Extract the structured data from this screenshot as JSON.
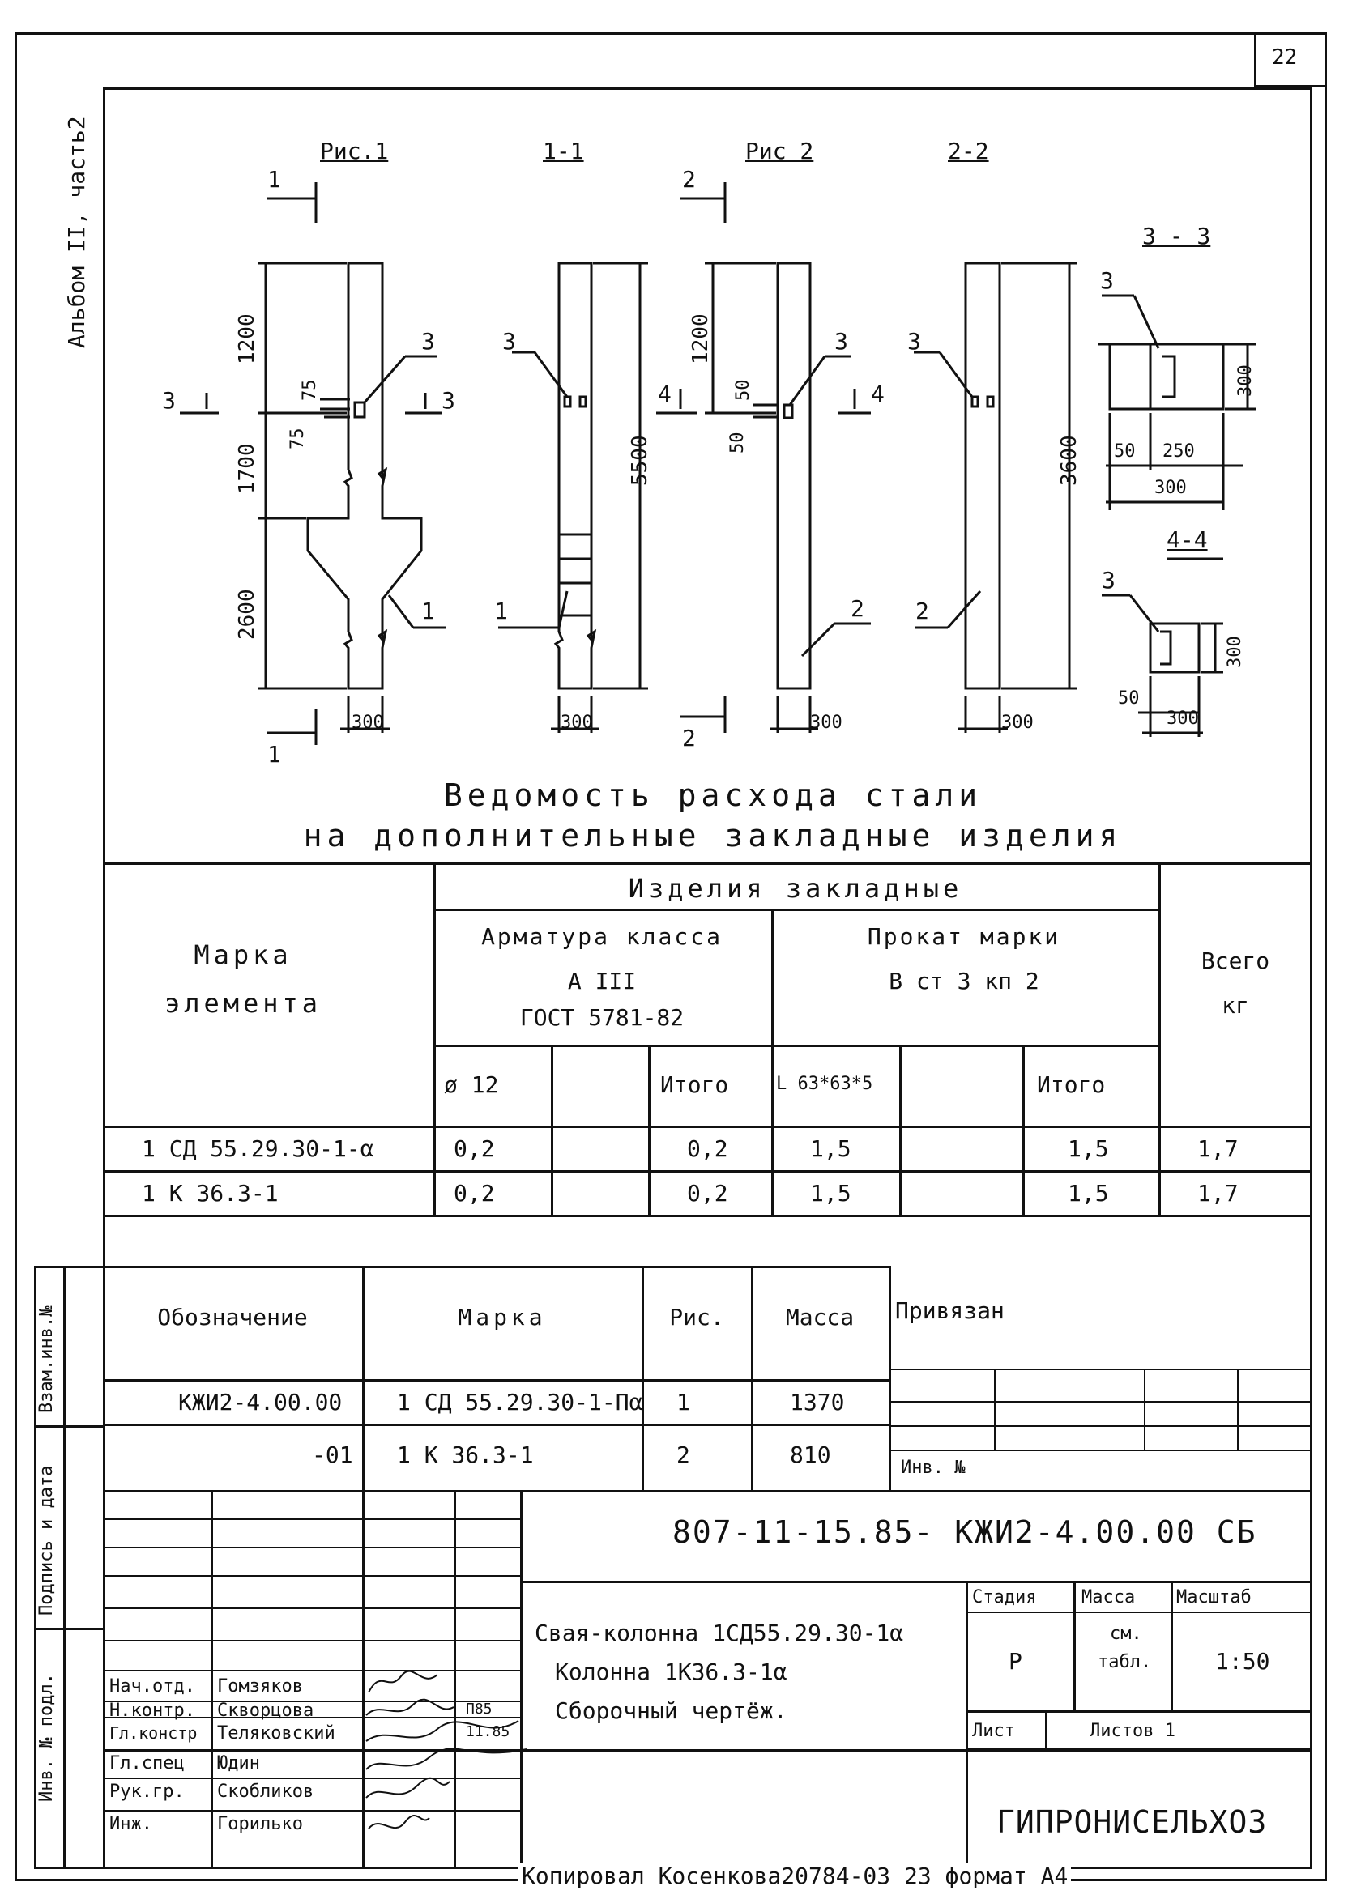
{
  "sheet_number": "22",
  "album_label": "Альбом II, часть2",
  "drawing": {
    "fig1": {
      "title": "Рис.1",
      "dims": [
        "1200",
        "1700",
        "2600",
        "75",
        "75",
        "300"
      ],
      "section_marks": [
        "1",
        "1",
        "3",
        "3"
      ],
      "callouts": [
        "3",
        "1"
      ]
    },
    "sec11": {
      "title": "1-1",
      "dims": [
        "5500",
        "300"
      ],
      "callouts": [
        "3",
        "1"
      ],
      "section_marks": [
        "4",
        "4"
      ]
    },
    "fig2": {
      "title": "Рис 2",
      "dims": [
        "1200",
        "50",
        "50",
        "300"
      ],
      "section_marks": [
        "2",
        "2"
      ],
      "callouts": [
        "3",
        "2"
      ]
    },
    "sec22": {
      "title": "2-2",
      "dims": [
        "3600",
        "300"
      ],
      "callouts": [
        "3",
        "2"
      ]
    },
    "sec33": {
      "title": "3 - 3",
      "callout": "3",
      "dims": [
        "300",
        "50",
        "250",
        "300"
      ]
    },
    "sec44": {
      "title": "4-4",
      "callout": "3",
      "dims": [
        "300",
        "50",
        "300"
      ]
    }
  },
  "steel_table": {
    "title_line1": "Ведомость расхода стали",
    "title_line2": "на дополнительные закладные изделия",
    "col_mark_line1": "Марка",
    "col_mark_line2": "элемента",
    "group_header": "Изделия закладные",
    "rebar_header_line1": "Арматура класса",
    "rebar_header_line2": "А III",
    "rebar_header_line3": "ГОСТ 5781-82",
    "rolled_header_line1": "Прокат марки",
    "rolled_header_line2": "В ст 3 кп 2",
    "total_header_line1": "Всего",
    "total_header_line2": "кг",
    "sub_d12": "ø 12",
    "sub_total": "Итого",
    "sub_angle": "L 63*63*5",
    "sub_total2": "Итого",
    "rows": [
      {
        "mark": "1 СД 55.29.30-1-α",
        "d12": "0,2",
        "total1": "0,2",
        "angle": "1,5",
        "total2": "1,5",
        "all": "1,7"
      },
      {
        "mark": "1 К 36.3-1",
        "d12": "0,2",
        "total1": "0,2",
        "angle": "1,5",
        "total2": "1,5",
        "all": "1,7"
      }
    ]
  },
  "spec_table": {
    "headers": [
      "Обозначение",
      "Марка",
      "Рис.",
      "Масса"
    ],
    "rows": [
      {
        "designation": "КЖИ2-4.00.00",
        "mark": "1 СД 55.29.30-1-Пα",
        "fig": "1",
        "mass": "1370"
      },
      {
        "designation": "-01",
        "mark": "1 К 36.3-1",
        "fig": "2",
        "mass": "810"
      }
    ],
    "linked_label": "Привязан",
    "inv_label": "Инв. №"
  },
  "title_block": {
    "code": "807-11-15.85- КЖИ2-4.00.00 СБ",
    "name_line1": "Свая-колонна 1СД55.29.30-1α",
    "name_line2": "Колонна 1К36.3-1α",
    "name_line3": "Сборочный чертёж.",
    "stage_label": "Стадия",
    "stage_value": "Р",
    "mass_label": "Масса",
    "mass_value_line1": "см.",
    "mass_value_line2": "табл.",
    "scale_label": "Масштаб",
    "scale_value": "1:50",
    "sheet_label": "Лист",
    "sheets_label": "Листов 1",
    "org": "ГИПРОНИСЕЛЬХОЗ",
    "signers": [
      {
        "role": "Нач.отд.",
        "name": "Гомзяков"
      },
      {
        "role": "Н.контр.",
        "name": "Скворцова",
        "date": "П85"
      },
      {
        "role": "Гл.констр",
        "name": "Теляковский",
        "date": "11.85"
      },
      {
        "role": "Гл.спец",
        "name": "Юдин"
      },
      {
        "role": "Рук.гр.",
        "name": "Скобликов"
      },
      {
        "role": "Инж.",
        "name": "Горилько"
      }
    ]
  },
  "side_stamp": {
    "inv_podl": "Инв. № подл.",
    "sign_date": "Подпись и дата",
    "vzam": "Взам.инв.№"
  },
  "footer": "Копировал Косенкова20784-03 23 формат А4"
}
